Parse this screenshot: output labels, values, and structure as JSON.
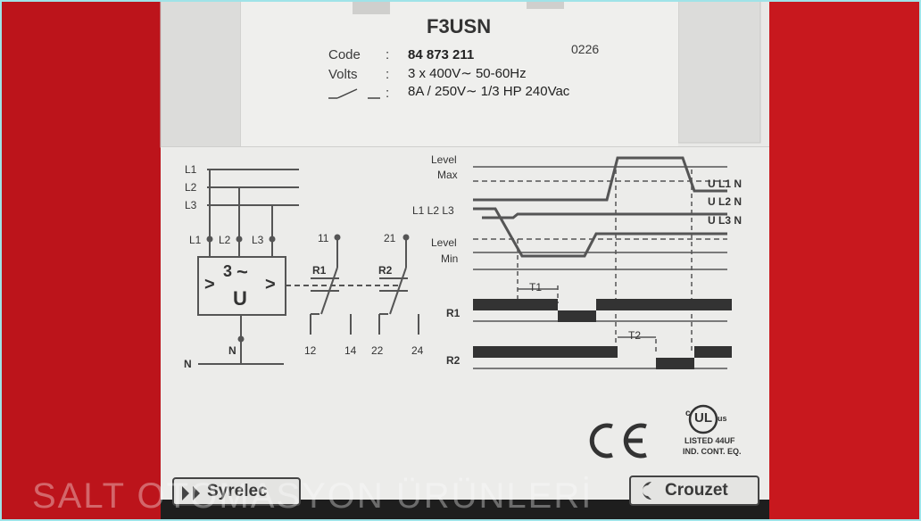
{
  "device": {
    "model": "F3USN",
    "code_label": "Code",
    "code_value": "84 873 211",
    "date_code": "0226",
    "volts_label": "Volts",
    "volts_value": "3 x 400V∼ 50-60Hz",
    "contact_value": "8A / 250V∼ 1/3 HP 240Vac",
    "separator": ":"
  },
  "wiring": {
    "phases": [
      "L1",
      "L2",
      "L3"
    ],
    "terminals_top": [
      "L1",
      "L2",
      "L3"
    ],
    "box_symbol_top": "3",
    "box_symbol_tilde": "~",
    "box_symbol_u": "U",
    "box_arrow_left": ">",
    "box_arrow_right": ">",
    "neutral_terminal": "N",
    "neutral_line": "N",
    "relay1": "R1",
    "relay2": "R2",
    "contact_terms": [
      "11",
      "21",
      "12",
      "14",
      "22",
      "24"
    ]
  },
  "timing": {
    "level_max": [
      "Level",
      "Max"
    ],
    "level_min": [
      "Level",
      "Min"
    ],
    "phase_axis_label": "L1 L2 L3",
    "right_labels": [
      "U L1 N",
      "U L2 N",
      "U L3 N"
    ],
    "t1": "T1",
    "t2": "T2",
    "r1": "R1",
    "r2": "R2"
  },
  "certifications": {
    "ce": "CE",
    "ul_c": "c",
    "ul": "UL",
    "ul_us": "us",
    "ul_listed": "LISTED 44UF",
    "ul_ind": "IND. CONT. EQ."
  },
  "brands": {
    "left": "Syrelec",
    "right": "Crouzet"
  },
  "watermark": "SALT OTOMASYON ÜRÜNLERİ",
  "colors": {
    "background": "#c4161c",
    "panel": "#ededeb",
    "ink": "#333333"
  }
}
